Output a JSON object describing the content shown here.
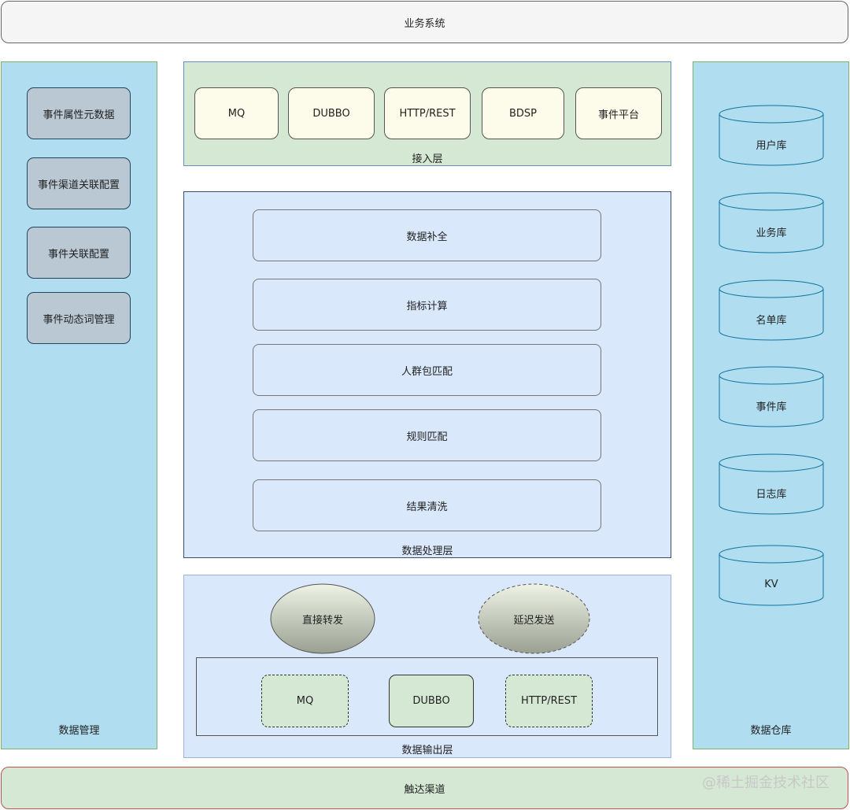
{
  "top_bar": {
    "label": "业务系统"
  },
  "bottom_bar": {
    "label": "触达渠道"
  },
  "left_panel": {
    "label": "数据管理",
    "items": [
      "事件属性元数据",
      "事件渠道关联配置",
      "事件关联配置",
      "事件动态词管理"
    ]
  },
  "right_panel": {
    "label": "数据仓库",
    "databases": [
      "用户库",
      "业务库",
      "名单库",
      "事件库",
      "日志库",
      "KV"
    ]
  },
  "access_layer": {
    "label": "接入层",
    "items": [
      "MQ",
      "DUBBO",
      "HTTP/REST",
      "BDSP",
      "事件平台"
    ]
  },
  "processing_layer": {
    "label": "数据处理层",
    "steps": [
      "数据补全",
      "指标计算",
      "人群包匹配",
      "规则匹配",
      "结果清洗"
    ]
  },
  "output_layer": {
    "label": "数据输出层",
    "modes": [
      "直接转发",
      "延迟发送"
    ],
    "channels": [
      "MQ",
      "DUBBO",
      "HTTP/REST"
    ]
  },
  "watermark": "@稀土掘金技术社区",
  "colors": {
    "panel_blue": "#b1ddf0",
    "layer_green": "#d5e8d4",
    "layer_blue": "#dae8fc",
    "mgmt_gray": "#bac8d3"
  }
}
